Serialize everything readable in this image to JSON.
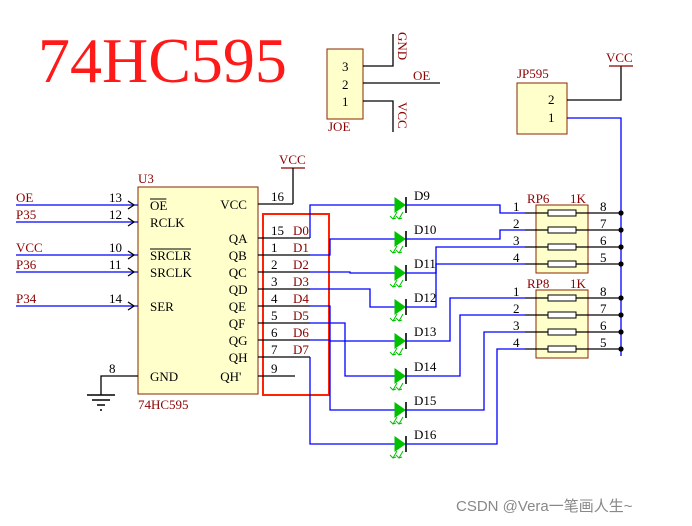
{
  "title": "74HC595",
  "colors": {
    "title": "#ff1a1a",
    "body_fill": "#ffffcc",
    "body_stroke": "#8b2500",
    "wire_black": "#000000",
    "wire_blue": "#0000ff",
    "net_label": "#8b0000",
    "led_green": "#00c000",
    "highlight_box": "#ff2200",
    "watermark": "#888888"
  },
  "joe": {
    "name": "JOE",
    "pins": [
      "3",
      "2",
      "1"
    ],
    "nets": [
      "GND",
      "OE",
      "VCC"
    ]
  },
  "jp595": {
    "name": "JP595",
    "pins": [
      "2",
      "1"
    ],
    "supply": "VCC"
  },
  "u3": {
    "ref": "U3",
    "part": "74HC595",
    "supply": "VCC",
    "left_pins": [
      {
        "num": "13",
        "name": "OE",
        "overbar": true,
        "net": "OE"
      },
      {
        "num": "12",
        "name": "RCLK",
        "overbar": false,
        "net": "P35"
      },
      {
        "num": "10",
        "name": "SRCLR",
        "overbar": true,
        "net": "VCC"
      },
      {
        "num": "11",
        "name": "SRCLK",
        "overbar": false,
        "net": "P36"
      },
      {
        "num": "14",
        "name": "SER",
        "overbar": false,
        "net": "P34"
      },
      {
        "num": "8",
        "name": "GND",
        "overbar": false,
        "net": ""
      }
    ],
    "right_pins": [
      {
        "num": "16",
        "name": "VCC",
        "net": ""
      },
      {
        "num": "15",
        "name": "QA",
        "net": "D0"
      },
      {
        "num": "1",
        "name": "QB",
        "net": "D1"
      },
      {
        "num": "2",
        "name": "QC",
        "net": "D2"
      },
      {
        "num": "3",
        "name": "QD",
        "net": "D3"
      },
      {
        "num": "4",
        "name": "QE",
        "net": "D4"
      },
      {
        "num": "5",
        "name": "QF",
        "net": "D5"
      },
      {
        "num": "6",
        "name": "QG",
        "net": "D6"
      },
      {
        "num": "7",
        "name": "QH",
        "net": "D7"
      },
      {
        "num": "9",
        "name": "QH'",
        "net": ""
      }
    ]
  },
  "leds": [
    "D9",
    "D10",
    "D11",
    "D12",
    "D13",
    "D14",
    "D15",
    "D16"
  ],
  "resistor_packs": [
    {
      "ref": "RP6",
      "value": "1K",
      "left_pins": [
        "1",
        "2",
        "3",
        "4"
      ],
      "right_pins": [
        "8",
        "7",
        "6",
        "5"
      ]
    },
    {
      "ref": "RP8",
      "value": "1K",
      "left_pins": [
        "1",
        "2",
        "3",
        "4"
      ],
      "right_pins": [
        "8",
        "7",
        "6",
        "5"
      ]
    }
  ],
  "watermark": "CSDN @Vera一笔画人生~"
}
